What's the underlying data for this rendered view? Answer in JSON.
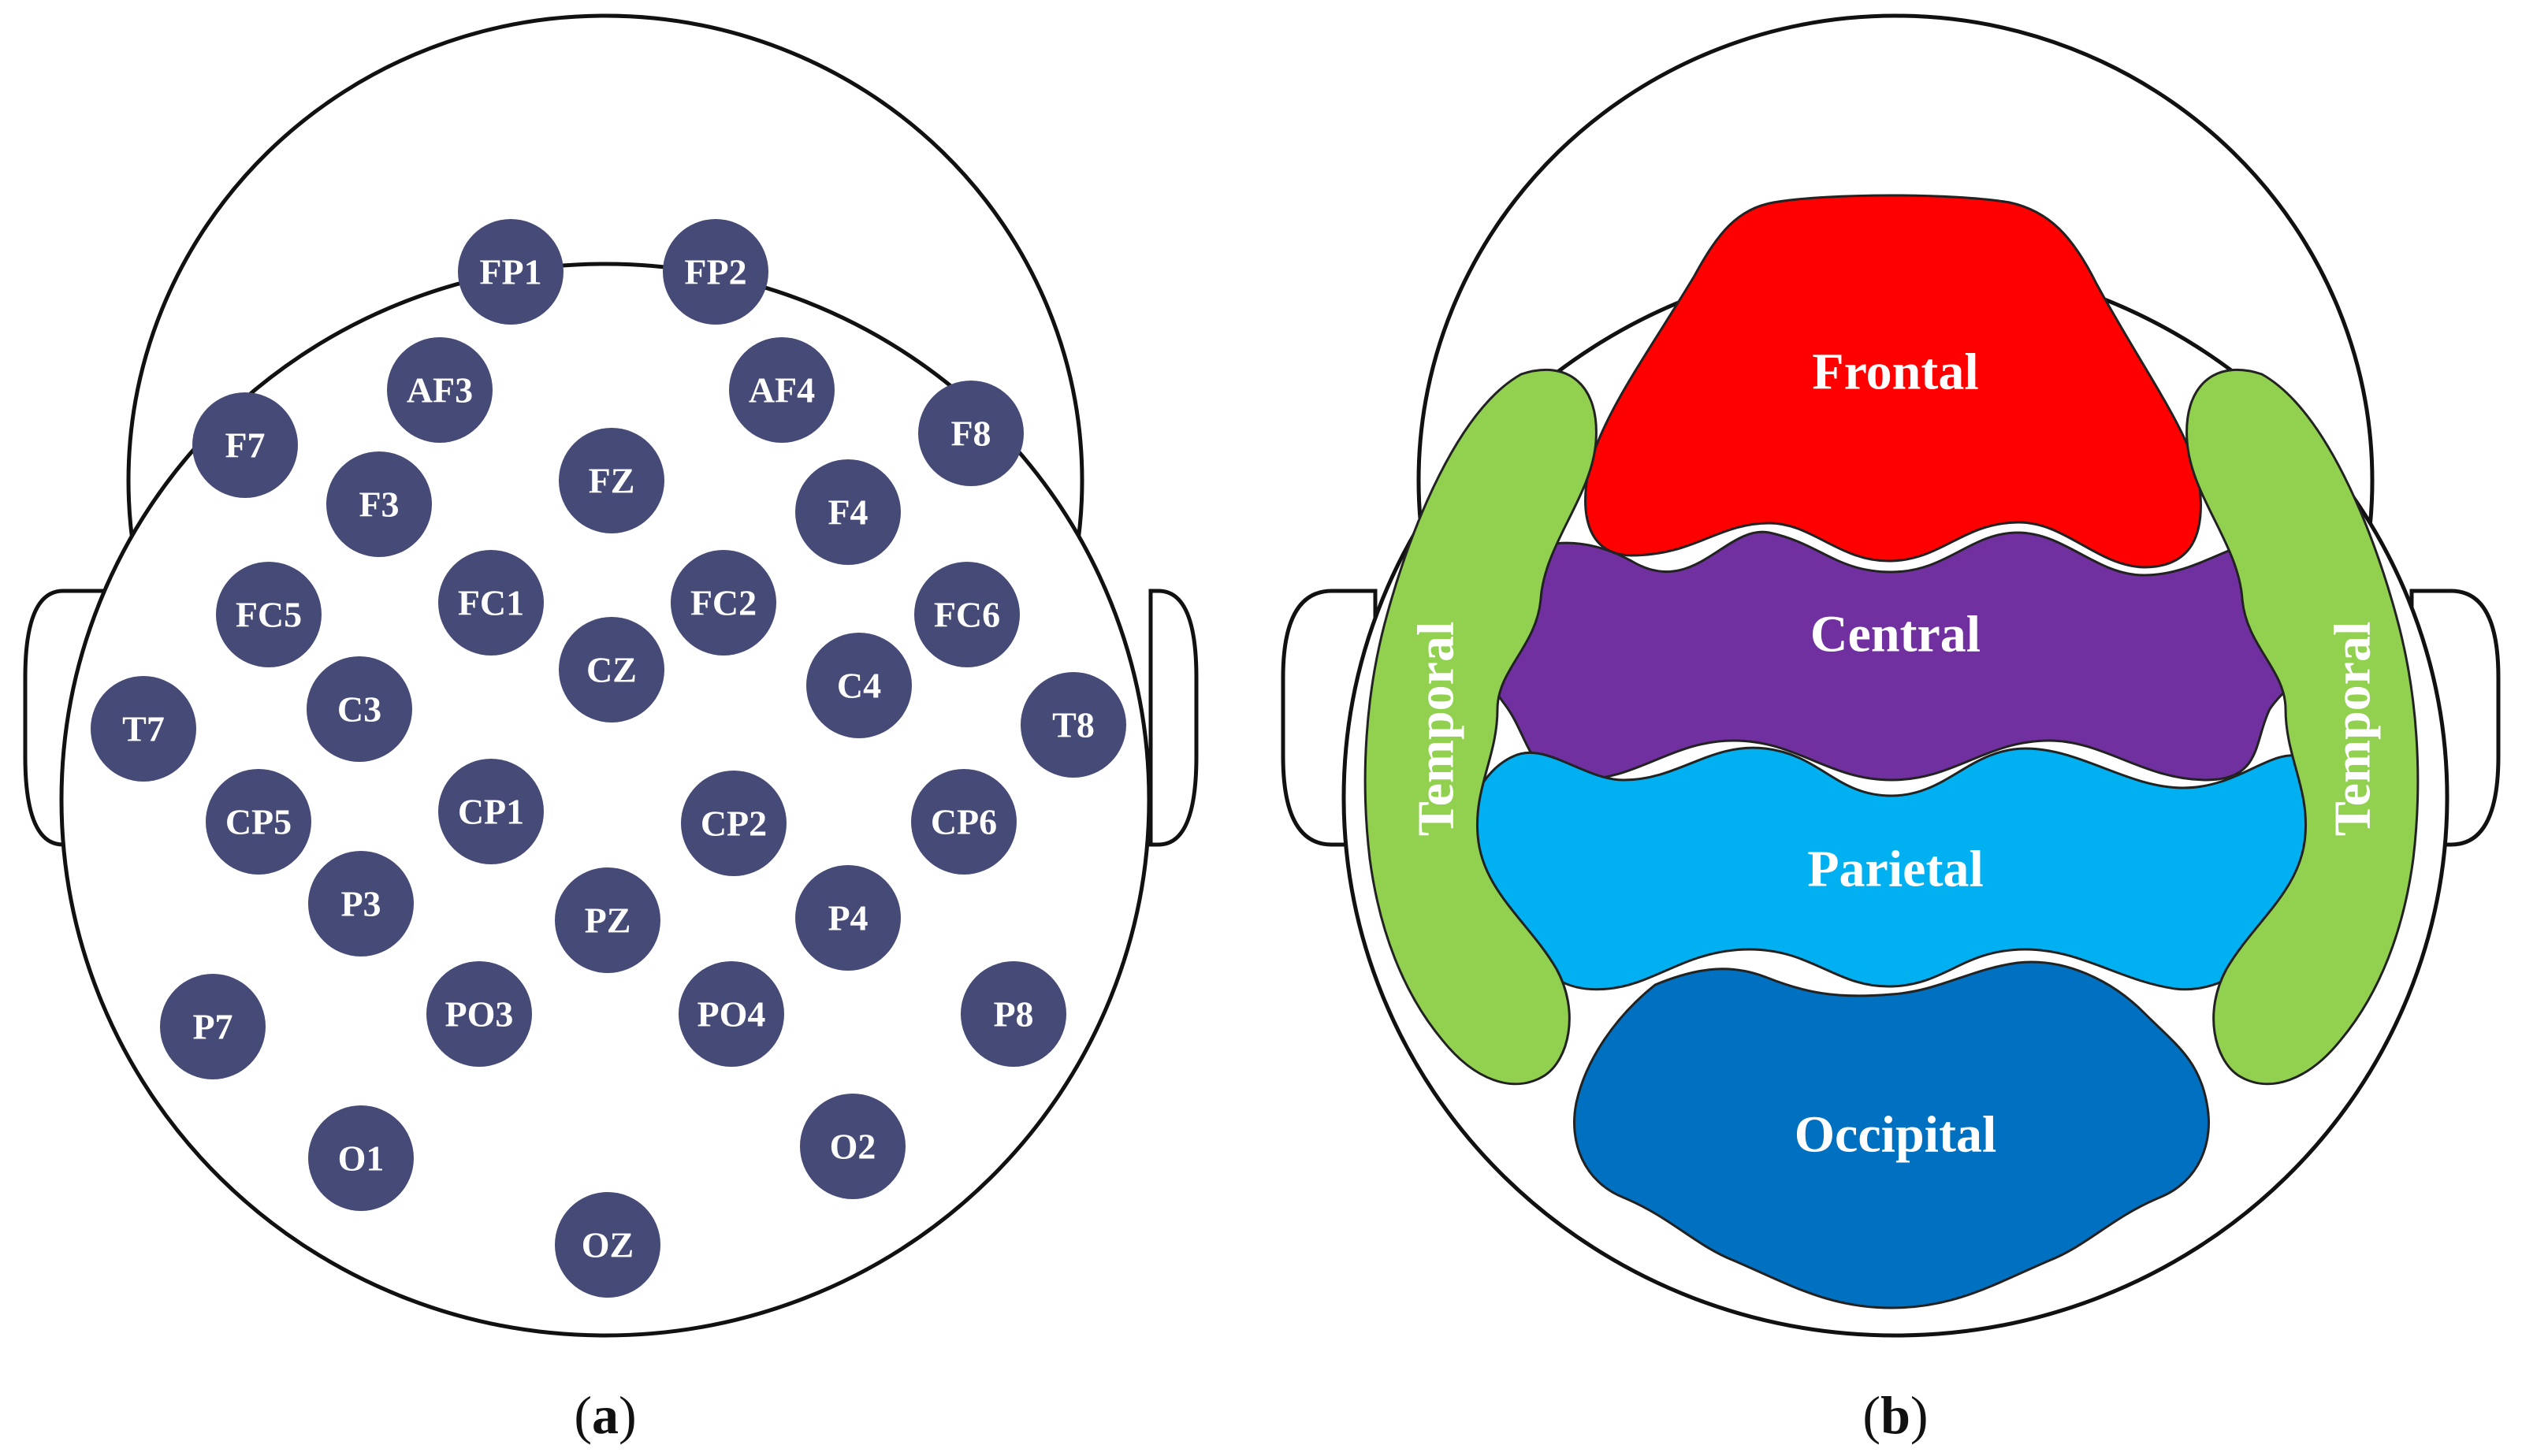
{
  "panel_a": {
    "label_letter": "a",
    "electrode_color": "#454a77",
    "electrodes": [
      {
        "label": "FP1"
      },
      {
        "label": "FP2"
      },
      {
        "label": "AF3"
      },
      {
        "label": "AF4"
      },
      {
        "label": "F7"
      },
      {
        "label": "F8"
      },
      {
        "label": "F3"
      },
      {
        "label": "FZ"
      },
      {
        "label": "F4"
      },
      {
        "label": "FC5"
      },
      {
        "label": "FC1"
      },
      {
        "label": "FC2"
      },
      {
        "label": "FC6"
      },
      {
        "label": "T7"
      },
      {
        "label": "C3"
      },
      {
        "label": "CZ"
      },
      {
        "label": "C4"
      },
      {
        "label": "T8"
      },
      {
        "label": "CP5"
      },
      {
        "label": "CP1"
      },
      {
        "label": "CP2"
      },
      {
        "label": "CP6"
      },
      {
        "label": "P3"
      },
      {
        "label": "PZ"
      },
      {
        "label": "P4"
      },
      {
        "label": "P7"
      },
      {
        "label": "PO3"
      },
      {
        "label": "PO4"
      },
      {
        "label": "P8"
      },
      {
        "label": "O1"
      },
      {
        "label": "O2"
      },
      {
        "label": "OZ"
      }
    ]
  },
  "panel_b": {
    "label_letter": "b",
    "regions": {
      "frontal": {
        "label": "Frontal",
        "color": "#ff0000"
      },
      "central": {
        "label": "Central",
        "color": "#7030a0"
      },
      "parietal": {
        "label": "Parietal",
        "color": "#00b0f0"
      },
      "occipital": {
        "label": "Occipital",
        "color": "#0070c0"
      },
      "temporal_left": {
        "label": "Temporal",
        "color": "#92d050"
      },
      "temporal_right": {
        "label": "Temporal",
        "color": "#92d050"
      }
    }
  }
}
